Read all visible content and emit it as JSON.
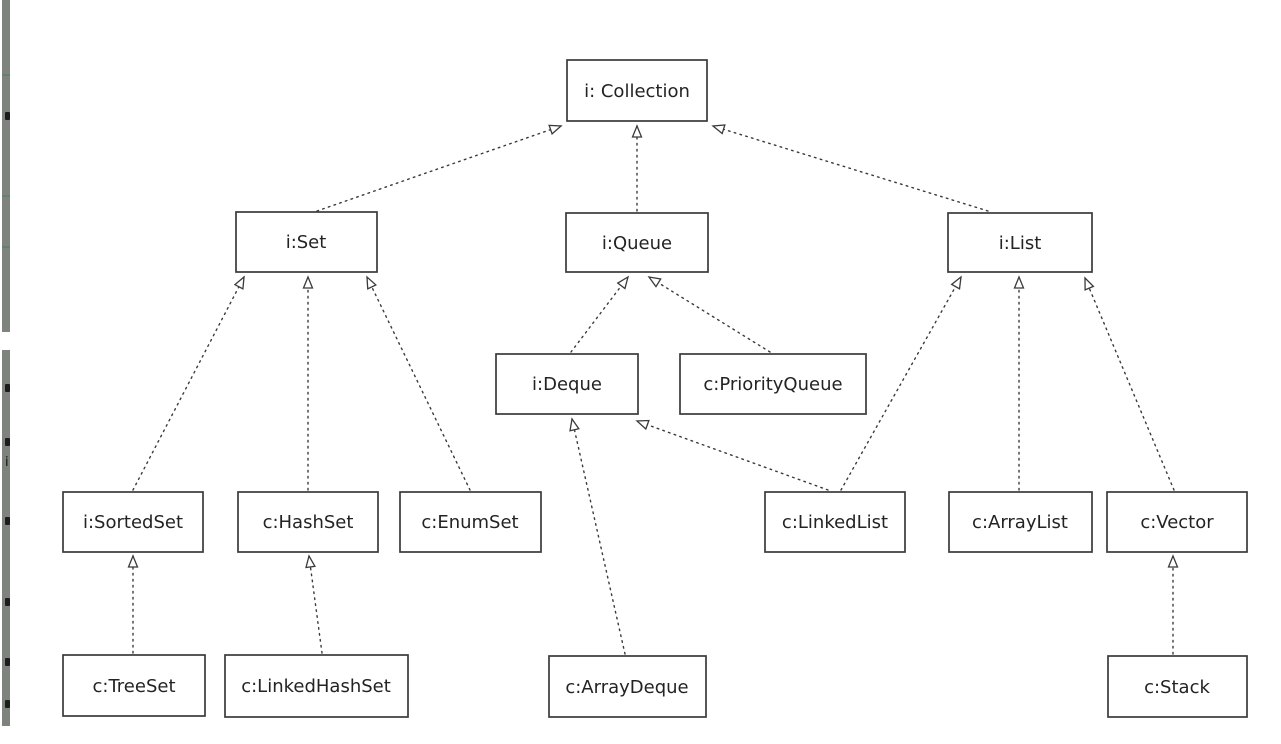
{
  "diagram": {
    "nodes": {
      "collection": {
        "label": "i: Collection"
      },
      "set": {
        "label": "i:Set"
      },
      "queue": {
        "label": "i:Queue"
      },
      "list": {
        "label": "i:List"
      },
      "deque": {
        "label": "i:Deque"
      },
      "priorityqueue": {
        "label": "c:PriorityQueue"
      },
      "sortedset": {
        "label": "i:SortedSet"
      },
      "hashset": {
        "label": "c:HashSet"
      },
      "enumset": {
        "label": "c:EnumSet"
      },
      "linkedlist": {
        "label": "c:LinkedList"
      },
      "arraylist": {
        "label": "c:ArrayList"
      },
      "vector": {
        "label": "c:Vector"
      },
      "treeset": {
        "label": "c:TreeSet"
      },
      "linkedhashset": {
        "label": "c:LinkedHashSet"
      },
      "arraydeque": {
        "label": "c:ArrayDeque"
      },
      "stack": {
        "label": "c:Stack"
      }
    },
    "edge_style": "dotted-realization",
    "arrowhead": "hollow-triangle"
  },
  "left_edge": {
    "visible_fragment": "i"
  },
  "colors": {
    "background": "#ffffff",
    "box_border": "#3a3a3a",
    "edge_line": "#3a3a3a",
    "text": "#232323",
    "page_edge_strip": "#7e837e",
    "page_edge_accent": "#4e7d6e"
  }
}
